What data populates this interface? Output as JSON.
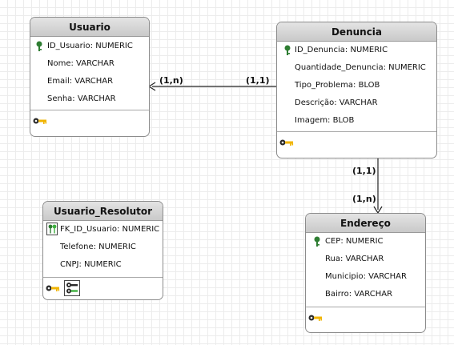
{
  "entities": {
    "usuario": {
      "title": "Usuario",
      "attrs": [
        "ID_Usuario: NUMERIC",
        "Nome: VARCHAR",
        "Email: VARCHAR",
        "Senha: VARCHAR"
      ]
    },
    "denuncia": {
      "title": "Denuncia",
      "attrs": [
        "ID_Denuncia: NUMERIC",
        "Quantidade_Denuncia: NUMERIC",
        "Tipo_Problema: BLOB",
        "Descrição: VARCHAR",
        "Imagem: BLOB"
      ]
    },
    "usuario_resolutor": {
      "title": "Usuario_Resolutor",
      "attrs": [
        "FK_ID_Usuario: NUMERIC",
        "Telefone: NUMERIC",
        "CNPJ: NUMERIC"
      ]
    },
    "endereco": {
      "title": "Endereço",
      "attrs": [
        "CEP: NUMERIC",
        "Rua: VARCHAR",
        "Municipio: VARCHAR",
        "Bairro: VARCHAR"
      ]
    }
  },
  "relations": {
    "usuario_denuncia": {
      "near_usuario": "(1,n)",
      "near_denuncia": "(1,1)"
    },
    "denuncia_endereco": {
      "near_denuncia": "(1,1)",
      "near_endereco": "(1,n)"
    }
  },
  "colors": {
    "key": "#f0b400",
    "pk": "#2e7d32",
    "fk": "#3fb03f",
    "line": "#222222"
  }
}
